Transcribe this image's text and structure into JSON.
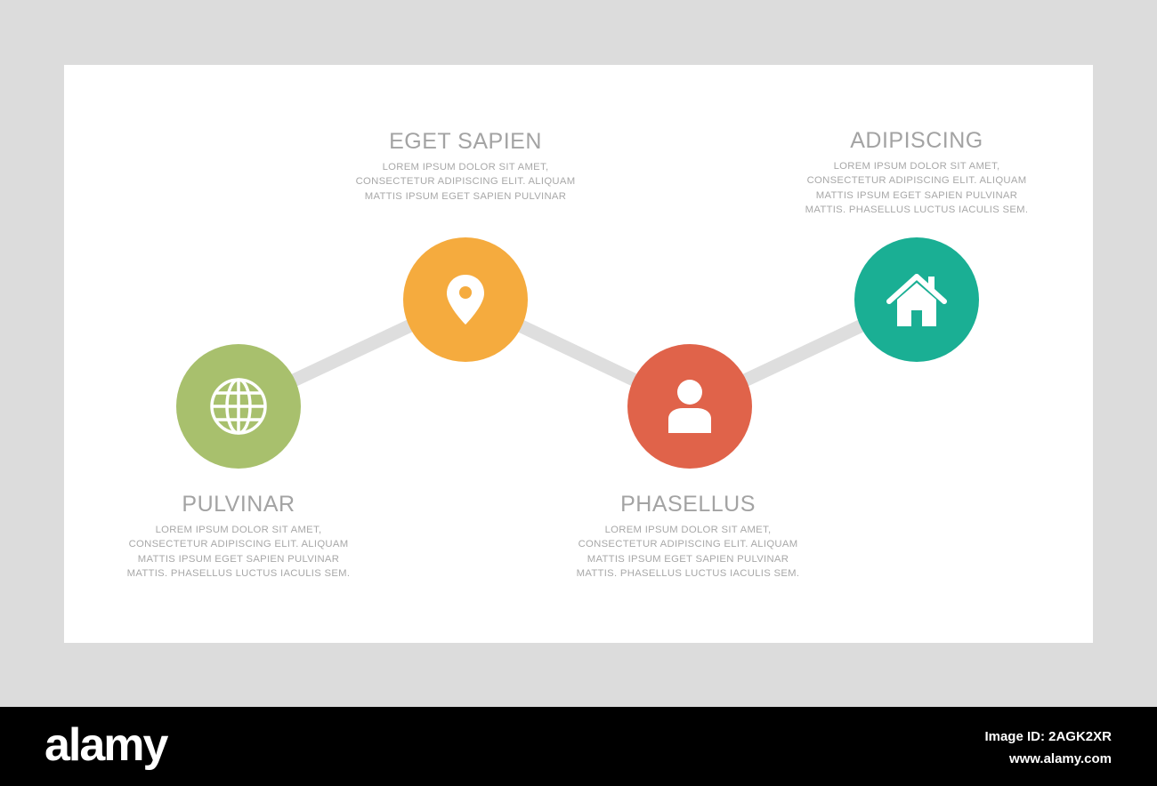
{
  "steps": [
    {
      "title": "PULVINAR",
      "color": "#a8c06d",
      "icon": "globe-icon",
      "lines": [
        "LOREM IPSUM DOLOR SIT AMET,",
        "CONSECTETUR ADIPISCING ELIT. ALIQUAM",
        "MATTIS IPSUM EGET SAPIEN PULVINAR",
        "MATTIS. PHASELLUS LUCTUS IACULIS SEM."
      ]
    },
    {
      "title": "EGET SAPIEN",
      "color": "#f5ab3e",
      "icon": "location-pin-icon",
      "lines": [
        "LOREM IPSUM DOLOR SIT AMET,",
        "CONSECTETUR ADIPISCING ELIT. ALIQUAM",
        "MATTIS IPSUM EGET SAPIEN PULVINAR"
      ]
    },
    {
      "title": "PHASELLUS",
      "color": "#e0634a",
      "icon": "user-icon",
      "lines": [
        "LOREM IPSUM DOLOR SIT AMET,",
        "CONSECTETUR ADIPISCING ELIT. ALIQUAM",
        "MATTIS IPSUM EGET SAPIEN PULVINAR",
        "MATTIS. PHASELLUS LUCTUS IACULIS SEM."
      ]
    },
    {
      "title": "ADIPISCING",
      "color": "#1aaf94",
      "icon": "home-icon",
      "lines": [
        "LOREM IPSUM DOLOR SIT AMET,",
        "CONSECTETUR ADIPISCING ELIT. ALIQUAM",
        "MATTIS IPSUM EGET SAPIEN PULVINAR",
        "MATTIS. PHASELLUS LUCTUS IACULIS SEM."
      ]
    }
  ],
  "connector_color": "#dedede",
  "footer": {
    "logo": "alamy",
    "image_id": "Image ID: 2AGK2XR",
    "site": "www.alamy.com"
  }
}
